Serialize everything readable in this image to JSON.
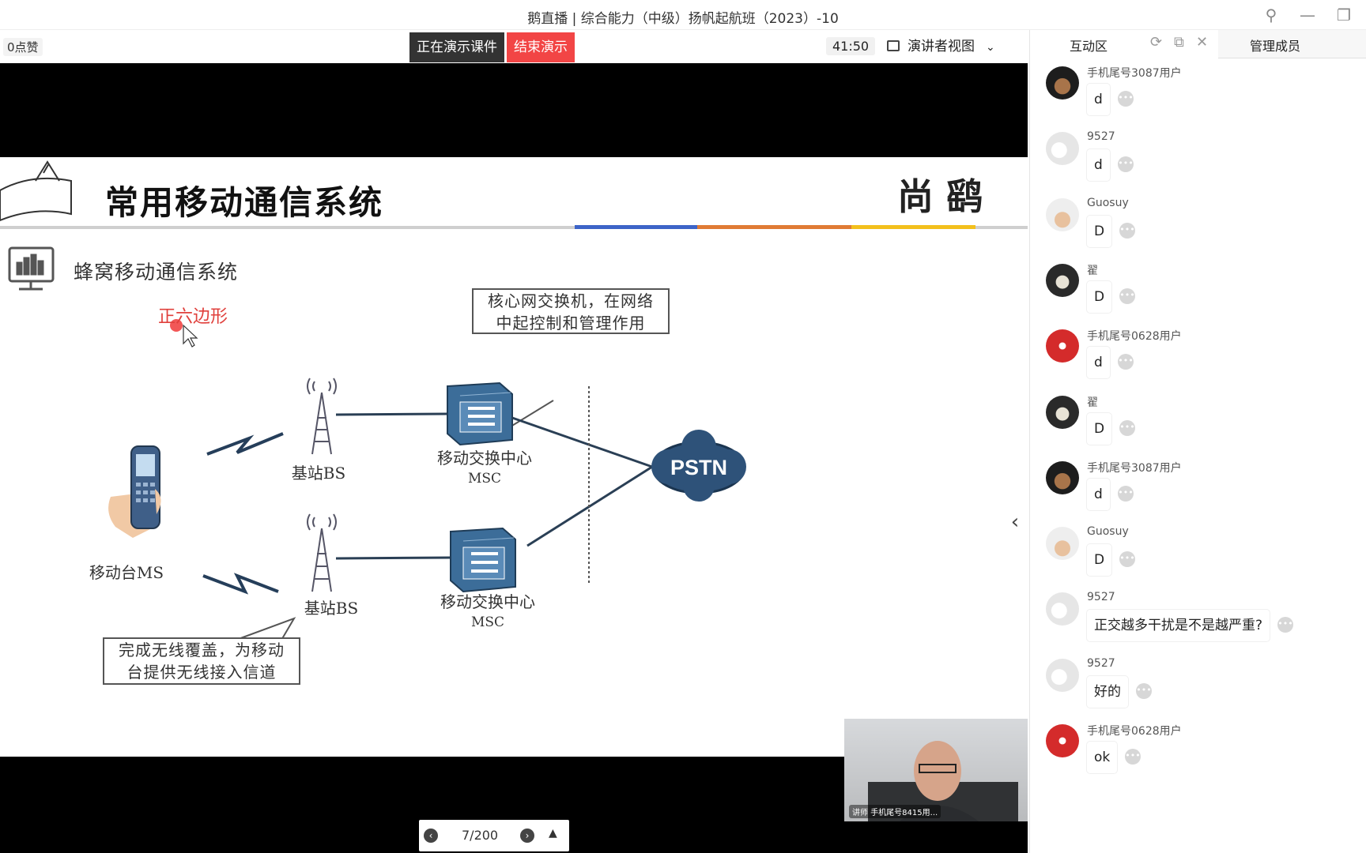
{
  "window": {
    "title": "鹅直播 | 综合能力（中级）扬帆起航班（2023）-10"
  },
  "toolbar": {
    "likes": "0点赞",
    "presenting": "正在演示课件",
    "end_presenting": "结束演示",
    "timer": "41:50",
    "view_mode": "演讲者视图"
  },
  "slide": {
    "title": "常用移动通信系统",
    "logo": "尚 鹞",
    "section": "蜂窝移动通信系统",
    "annotation": "正六边形",
    "callout_core_line1": "核心网交换机，在网络",
    "callout_core_line2": "中起控制和管理作用",
    "callout_bs_line1": "完成无线覆盖，为移动",
    "callout_bs_line2": "台提供无线接入信道",
    "ms_label": "移动台MS",
    "bs_label_1": "基站BS",
    "bs_label_2": "基站BS",
    "msc_label_1": "移动交换中心",
    "msc_sub_1": "MSC",
    "msc_label_2": "移动交换中心",
    "msc_sub_2": "MSC",
    "pstn": "PSTN",
    "colors": {
      "blue": "#3d64c8",
      "orange": "#e07b35",
      "yellow": "#f3c01c",
      "gray": "#d0d0d0"
    }
  },
  "camera": {
    "tag_role": "讲师",
    "tag_name": "手机尾号8415用..."
  },
  "pager": {
    "text": "7/200"
  },
  "panel": {
    "tab_interact": "互动区",
    "tab_members": "管理成员",
    "messages": [
      {
        "user": "手机尾号3087用户",
        "text": "d",
        "avatar": "dark"
      },
      {
        "user": "9527",
        "text": "d",
        "avatar": "sketch"
      },
      {
        "user": "Guosuy",
        "text": "D",
        "avatar": "hat"
      },
      {
        "user": "翟",
        "text": "D",
        "avatar": "photo"
      },
      {
        "user": "手机尾号0628用户",
        "text": "d",
        "avatar": "red"
      },
      {
        "user": "翟",
        "text": "D",
        "avatar": "photo"
      },
      {
        "user": "手机尾号3087用户",
        "text": "d",
        "avatar": "dark"
      },
      {
        "user": "Guosuy",
        "text": "D",
        "avatar": "hat"
      },
      {
        "user": "9527",
        "text": "正交越多干扰是不是越严重?",
        "avatar": "sketch"
      },
      {
        "user": "9527",
        "text": "好的",
        "avatar": "sketch"
      },
      {
        "user": "手机尾号0628用户",
        "text": "ok",
        "avatar": "red"
      }
    ]
  }
}
